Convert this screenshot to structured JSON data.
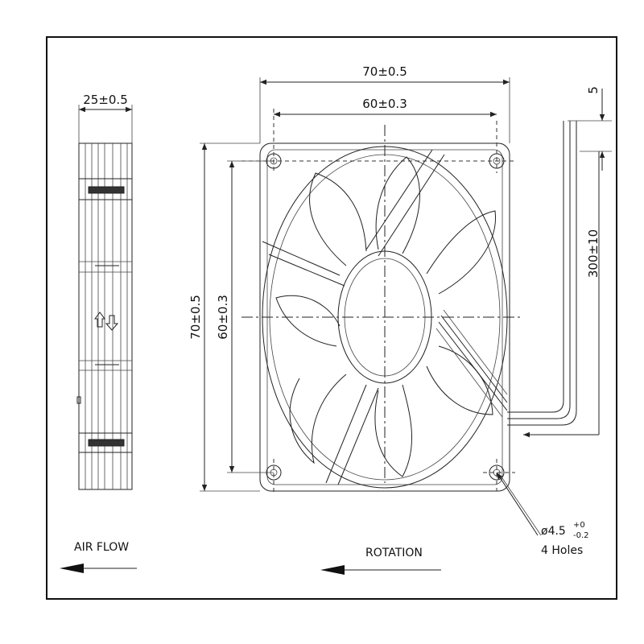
{
  "labels": {
    "side_width": "25±0.5",
    "outer_width": "70±0.5",
    "hole_spacing_h": "60±0.3",
    "outer_height": "70±0.5",
    "hole_spacing_v": "60±0.3",
    "lead_offset": "5",
    "lead_length": "300±10",
    "hole_dia_base": "ø4.5",
    "hole_tol_upper": "+0",
    "hole_tol_lower": "-0.2",
    "hole_count": "4 Holes",
    "air_flow": "AIR FLOW",
    "rotation": "ROTATION"
  },
  "colors": {
    "line": "#222222",
    "frame": "#111111",
    "background": "#ffffff"
  },
  "icons": {
    "airflow_direction": "up-down-arrow-icon",
    "air_flow_arrow": "left-arrow-icon",
    "rotation_arrow": "left-arrow-icon"
  }
}
